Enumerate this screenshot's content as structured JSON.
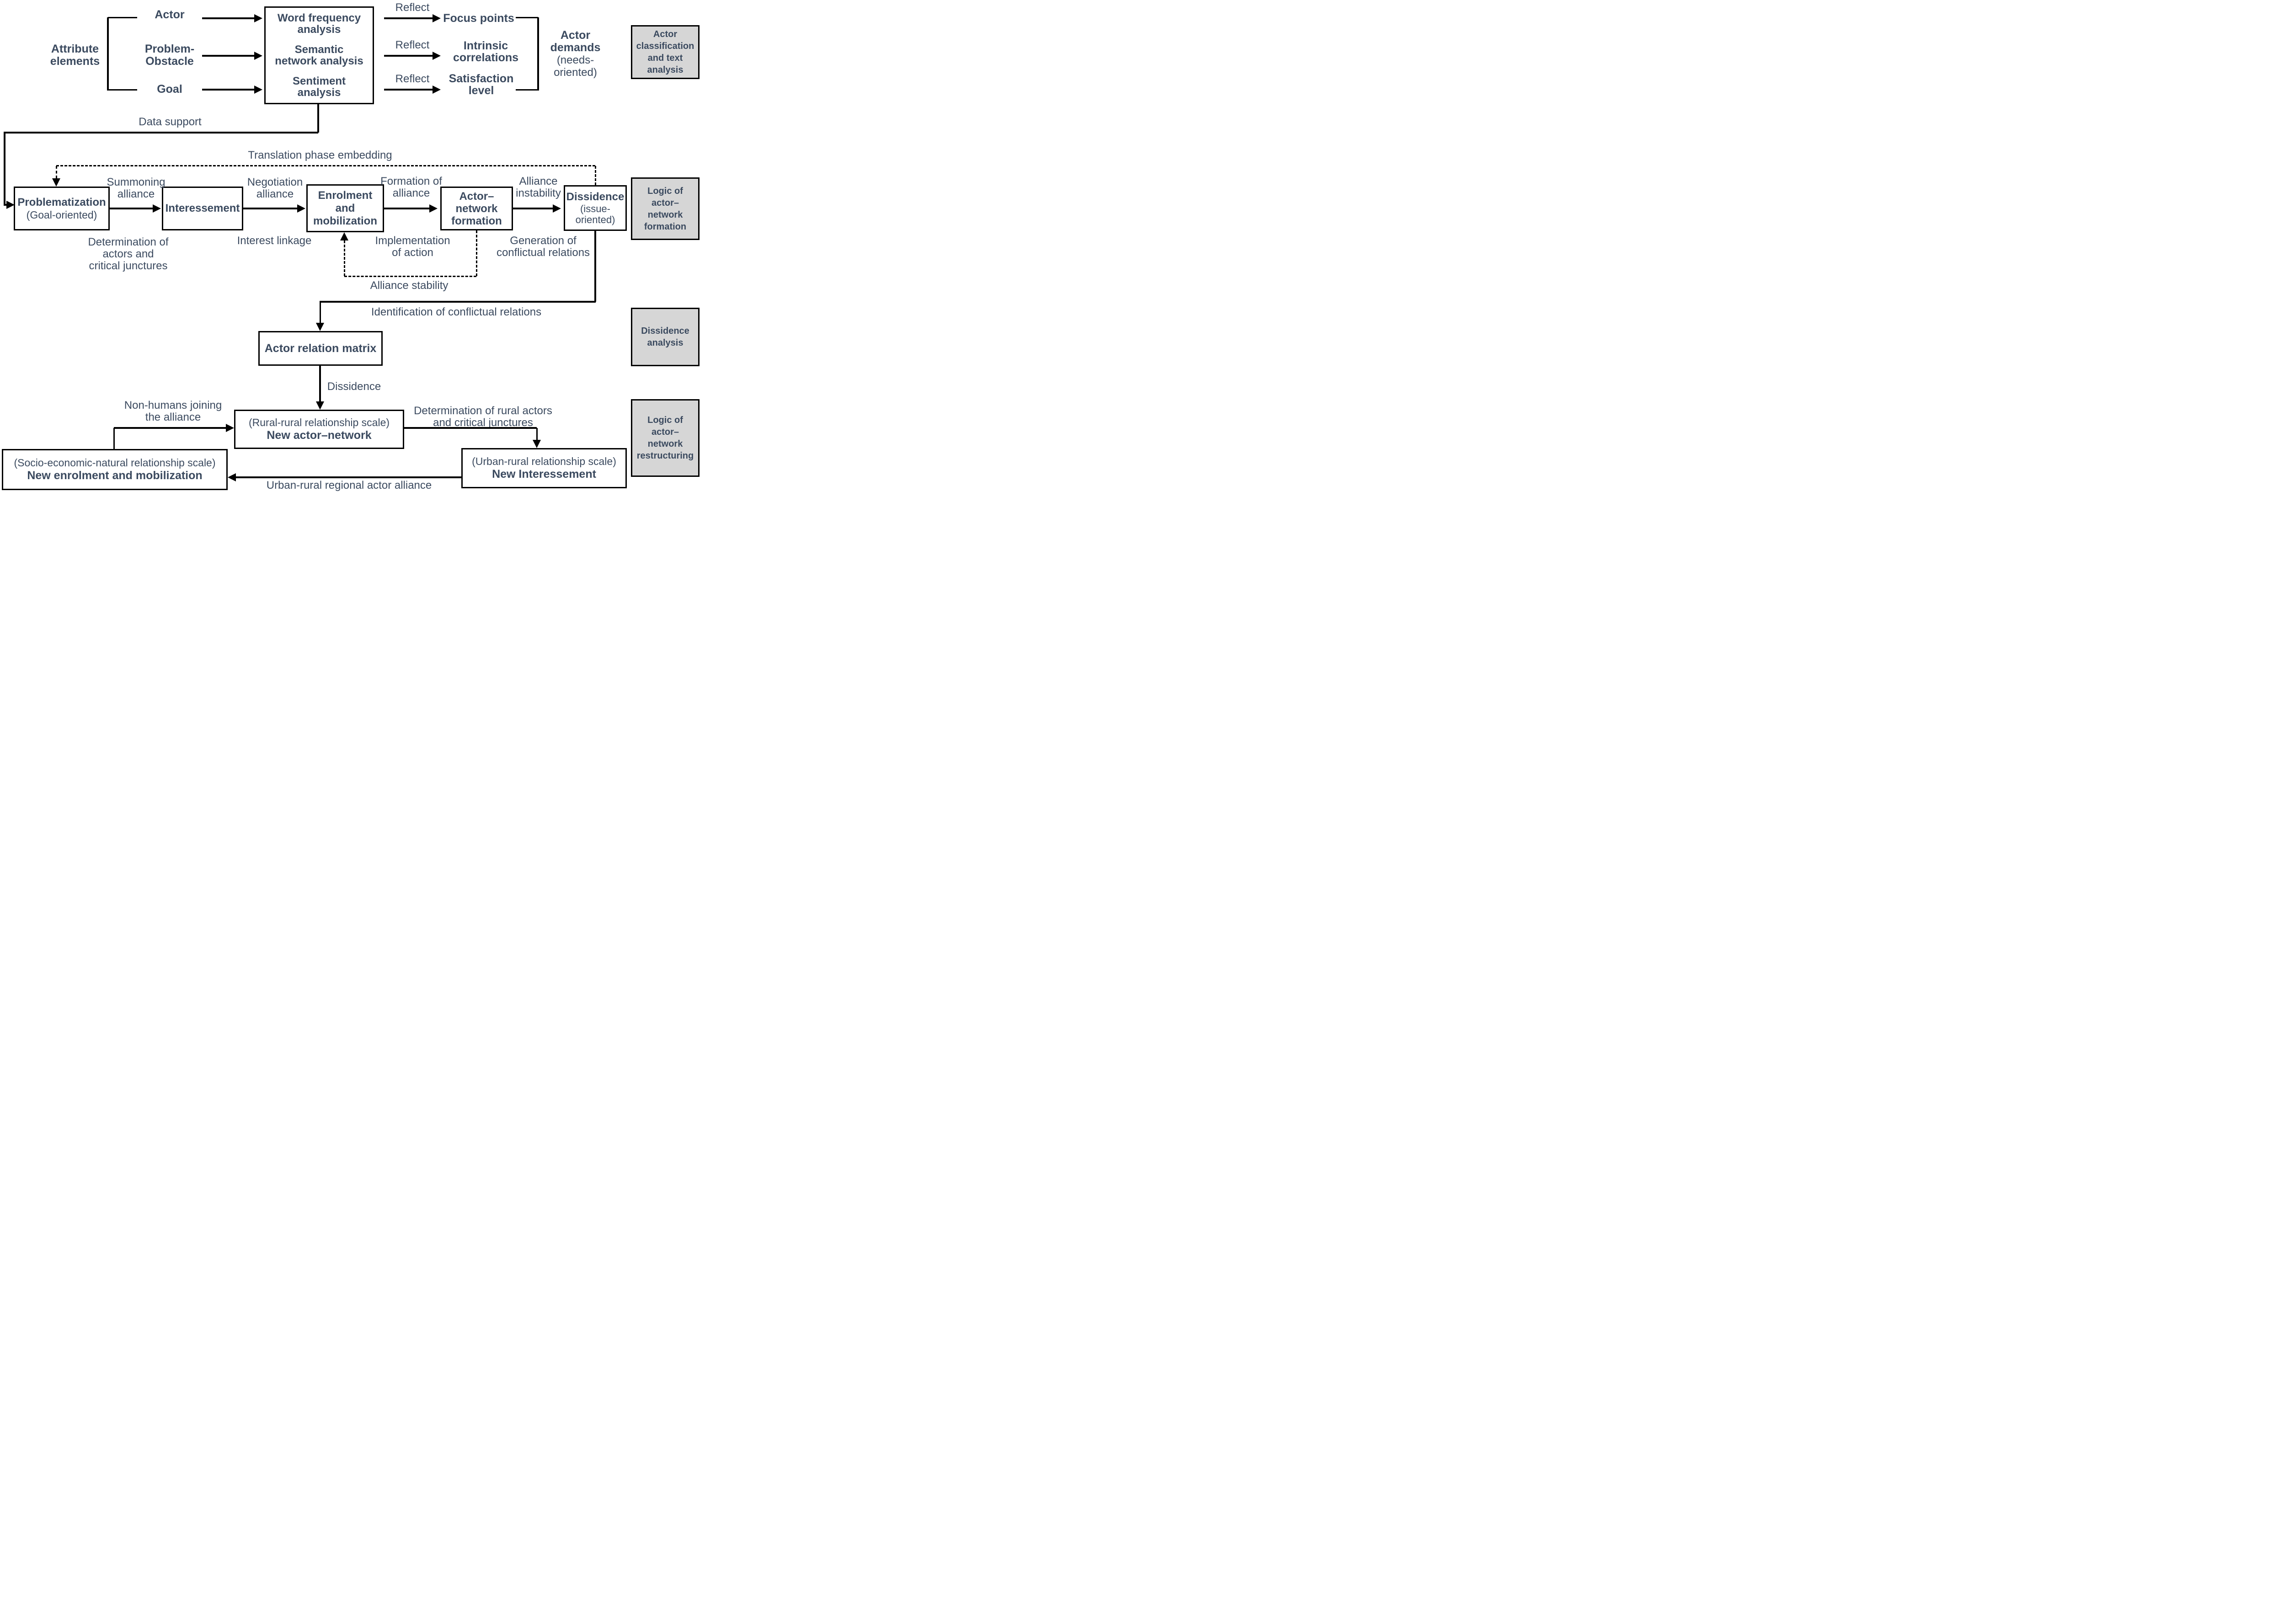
{
  "top": {
    "attribute": "Attribute\nelements",
    "inputs": [
      "Actor",
      "Problem-\nObstacle",
      "Goal"
    ],
    "analysis_rows": [
      "Word frequency\nanalysis",
      "Semantic\nnetwork analysis",
      "Sentiment\nanalysis"
    ],
    "reflect": [
      "Reflect",
      "Reflect",
      "Reflect"
    ],
    "outputs": [
      "Focus points",
      "Intrinsic\ncorrelations",
      "Satisfaction\nlevel"
    ],
    "demands_bold": "Actor\ndemands",
    "demands_sub": "(needs-\noriented)",
    "data_support": "Data support"
  },
  "panels": [
    "Actor\nclassification\nand text\nanalysis",
    "Logic of\nactor–\nnetwork\nformation",
    "Dissidence\nanalysis",
    "Logic of\nactor–\nnetwork\nrestructuring"
  ],
  "flow": {
    "translation": "Translation phase embedding",
    "boxes": [
      {
        "title": "Problematization",
        "subtitle": "(Goal-oriented)"
      },
      {
        "title": "Interessement"
      },
      {
        "title": "Enrolment\nand\nmobilization"
      },
      {
        "title": "Actor–\nnetwork\nformation"
      },
      {
        "title": "Dissidence",
        "subtitle": "(issue-\noriented)"
      }
    ],
    "above": [
      "Summoning\nalliance",
      "Negotiation\nalliance",
      "Formation of\nalliance",
      "Alliance\ninstability"
    ],
    "below": [
      "Determination of\nactors and\ncritical junctures",
      "Interest linkage",
      "Implementation\nof action",
      "Generation of\nconflictual relations"
    ],
    "stability": "Alliance stability"
  },
  "dissidence_flow": {
    "identification": "Identification of conflictual relations",
    "matrix": "Actor relation matrix",
    "label": "Dissidence"
  },
  "restructure": {
    "non_humans": "Non-humans joining\nthe alliance",
    "rural_scale": "(Rural-rural relationship scale)",
    "rural_title": "New actor–network",
    "determination": "Determination of rural actors\nand critical junctures",
    "urban_scale": "(Urban-rural relationship scale)",
    "urban_title": "New Interessement",
    "socio_scale": "(Socio-economic-natural relationship scale)",
    "socio_title": "New enrolment and mobilization",
    "alliance": "Urban-rural regional actor alliance"
  }
}
